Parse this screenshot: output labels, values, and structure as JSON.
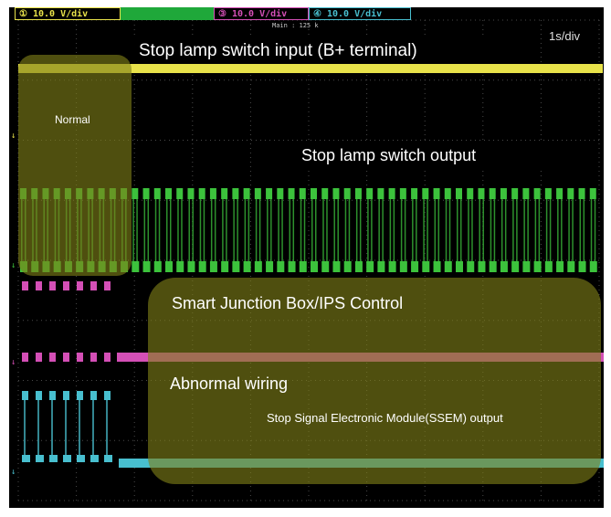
{
  "channels": {
    "ch1": {
      "label": "① 10.0 V/div",
      "color": "#e8e24a"
    },
    "ch2": {
      "label": "",
      "color": "#3cc23c"
    },
    "ch3": {
      "label": "③ 10.0 V/div",
      "color": "#d44fb6"
    },
    "ch4": {
      "label": "④ 10.0 V/div",
      "color": "#48bfcf"
    }
  },
  "main_zoom": "Main : 125 k",
  "timebase": "1s/div",
  "annotations": {
    "input": "Stop lamp switch input (B+ terminal)",
    "normal": "Normal",
    "output": "Stop lamp switch output",
    "sjb": "Smart Junction Box/IPS Control",
    "abnormal": "Abnormal wiring",
    "ssem": "Stop Signal Electronic Module(SSEM) output"
  },
  "colors": {
    "grid": "#4a4a4a",
    "highlight": "#808018"
  },
  "chart_data": {
    "type": "line",
    "title": "",
    "xlabel": "",
    "ylabel": "",
    "time_per_div_s": 1,
    "grid": true,
    "series": [
      {
        "channel": "ch1",
        "signal": "constant_high",
        "pulses": 0
      },
      {
        "channel": "ch2",
        "signal": "pulse_train",
        "pulses": 52
      },
      {
        "channel": "ch3",
        "signal": "pulses_then_high",
        "pulses": 7
      },
      {
        "channel": "ch4",
        "signal": "pulses_then_low",
        "pulses": 7
      }
    ]
  }
}
